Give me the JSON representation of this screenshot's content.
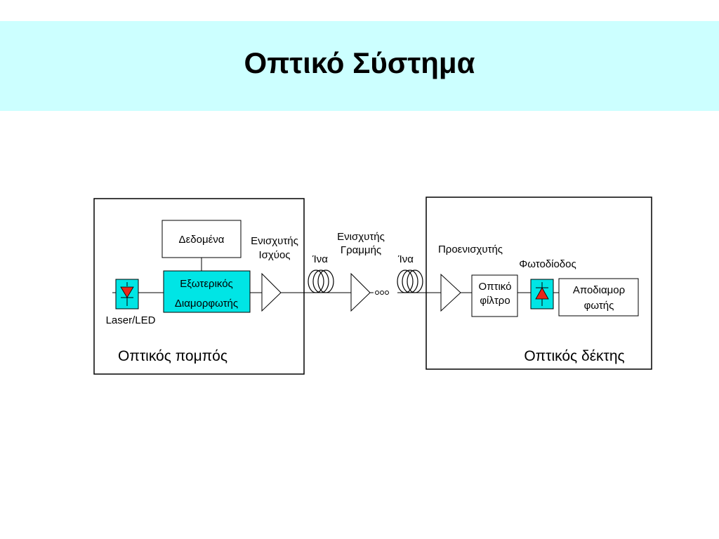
{
  "slide": {
    "title": "Οπτικό Σύστημα"
  },
  "colors": {
    "title_band": "#ccffff",
    "modulator_fill": "#00e5e5",
    "diode_fill": "#00e5e5",
    "diode_triangle": "#e8261b"
  },
  "transmitter": {
    "label": "Οπτικός πομπός",
    "data_block": "Δεδομένα",
    "modulator_line1": "Εξωτερικός",
    "modulator_line2": "Διαμορφωτής",
    "laser_label": "Laser/LED",
    "amp_line1": "Ενισχυτής",
    "amp_line2": "Ισχύος"
  },
  "link": {
    "fiber_label_1": "Ίνα",
    "line_amp_line1": "Ενισχυτής",
    "line_amp_line2": "Γραμμής",
    "fiber_label_2": "Ίνα"
  },
  "receiver": {
    "label": "Οπτικός δέκτης",
    "preamp_label": "Προενισχυτής",
    "photodiode_label": "Φωτοδίοδος",
    "filter_line1": "Οπτικό",
    "filter_line2": "φίλτρο",
    "demod_line1": "Αποδιαμορ",
    "demod_line2": "φωτής"
  }
}
